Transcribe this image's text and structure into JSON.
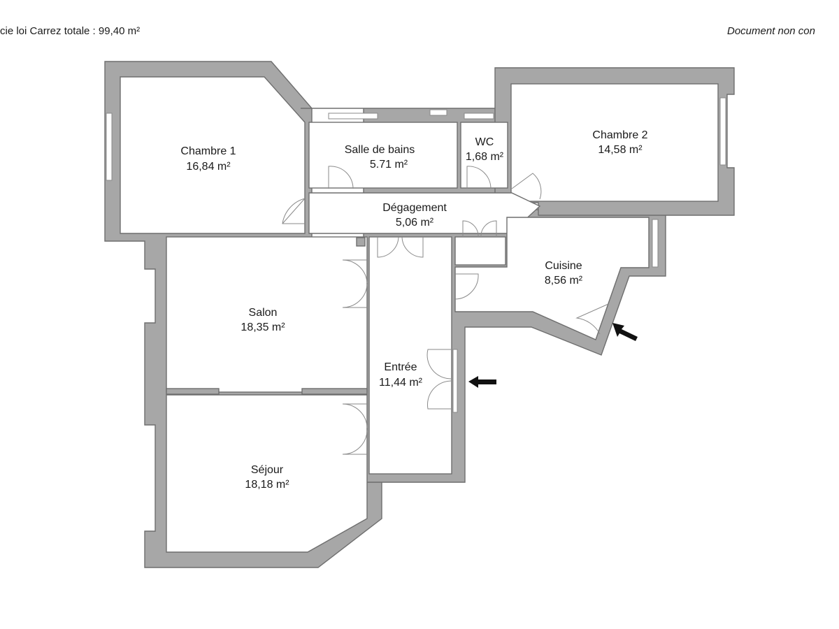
{
  "header": {
    "total_area": "cie loi Carrez totale :  99,40 m²",
    "disclaimer": "Document non con"
  },
  "rooms": {
    "chambre1": {
      "name": "Chambre 1",
      "area": "16,84 m²"
    },
    "salle_de_bains": {
      "name": "Salle de bains",
      "area": "5.71 m²"
    },
    "wc": {
      "name": "WC",
      "area": "1,68 m²"
    },
    "chambre2": {
      "name": "Chambre 2",
      "area": "14,58 m²"
    },
    "degagement": {
      "name": "Dégagement",
      "area": "5,06 m²"
    },
    "cuisine": {
      "name": "Cuisine",
      "area": "8,56 m²"
    },
    "salon": {
      "name": "Salon",
      "area": "18,35 m²"
    },
    "entree": {
      "name": "Entrée",
      "area": "11,44 m²"
    },
    "sejour": {
      "name": "Séjour",
      "area": "18,18 m²"
    }
  },
  "icons": {
    "entrance_arrow": "arrow-left-icon",
    "kitchen_arrow": "arrow-diagonal-icon"
  },
  "colors": {
    "wall": "#a7a7a7",
    "floor": "#ffffff",
    "text": "#1a1a1a",
    "arrow": "#111111"
  }
}
